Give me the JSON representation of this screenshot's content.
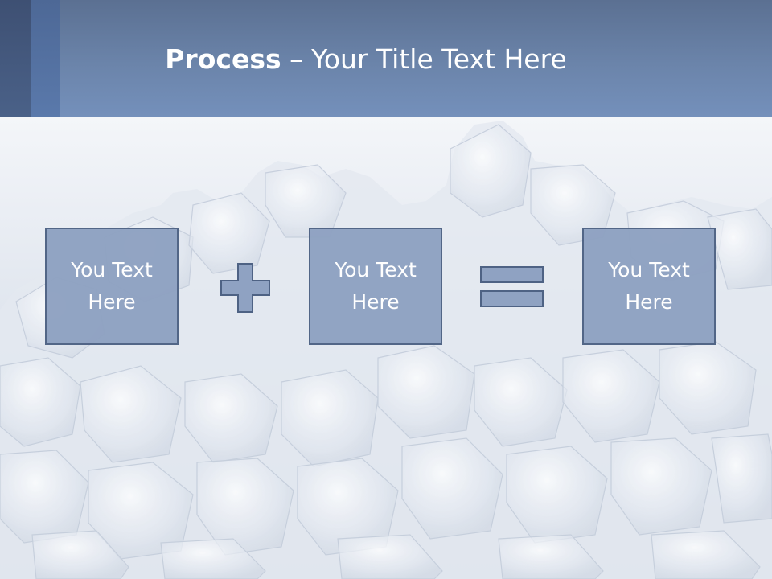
{
  "slide": {
    "title_bold": "Process",
    "title_rest": " – Your Title Text Here"
  },
  "boxes": [
    {
      "line1": "You Text",
      "line2": "Here"
    },
    {
      "line1": "You Text",
      "line2": "Here"
    },
    {
      "line1": "You Text",
      "line2": "Here"
    }
  ],
  "operators": [
    "plus-icon",
    "equals-icon"
  ],
  "colors": {
    "header": "#6b84aa",
    "box_fill": "#8fa2c2",
    "box_border": "#4e6284",
    "text": "#ffffff"
  }
}
